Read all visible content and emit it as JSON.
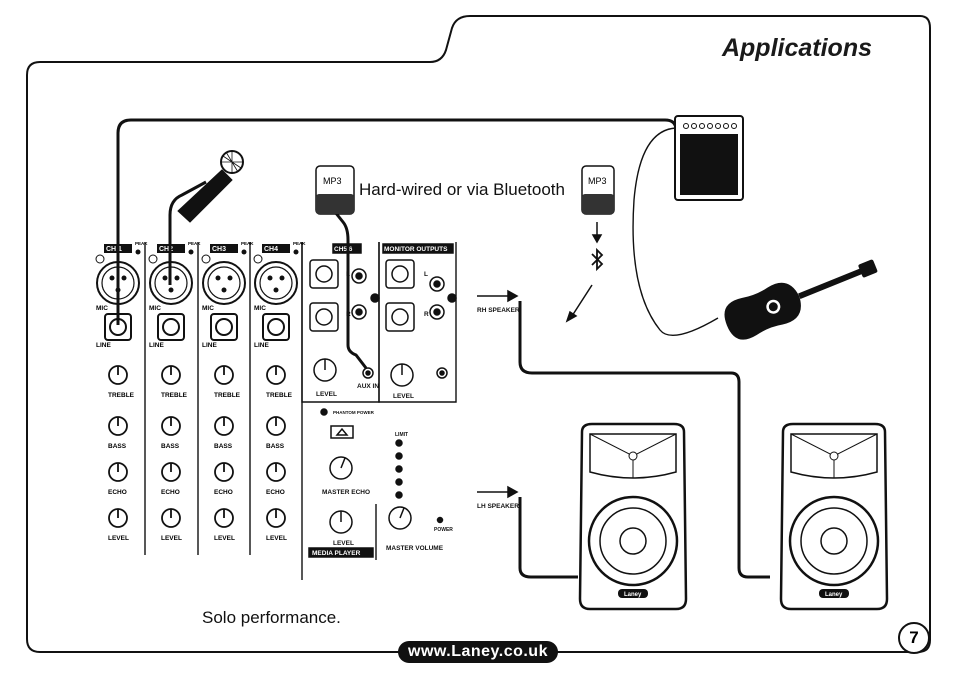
{
  "header": {
    "title": "Applications"
  },
  "caption": "Solo performance.",
  "bluetooth_note": "Hard-wired or via Bluetooth",
  "page_number": "7",
  "footer": {
    "url": "www.Laney.co.uk"
  },
  "mp3_label": "MP3",
  "mixer": {
    "channels": [
      "CH 1",
      "CH2",
      "CH3",
      "CH4"
    ],
    "ch56": "CH5/6",
    "monitor_outputs": "MONITOR OUTPUTS",
    "peak": "PEAK",
    "mic": "MIC",
    "line": "LINE",
    "treble": "TREBLE",
    "bass": "BASS",
    "echo": "ECHO",
    "level": "LEVEL",
    "aux_in": "AUX IN",
    "phantom_power": "PHANTOM POWER",
    "master_echo": "MASTER ECHO",
    "media_player": "MEDIA PLAYER",
    "limit": "LIMIT",
    "master_volume": "MASTER VOLUME",
    "power": "POWER",
    "l": "L",
    "r": "R"
  },
  "speakers": {
    "rh": "RH SPEAKER",
    "lh": "LH SPEAKER",
    "brand": "Laney"
  }
}
